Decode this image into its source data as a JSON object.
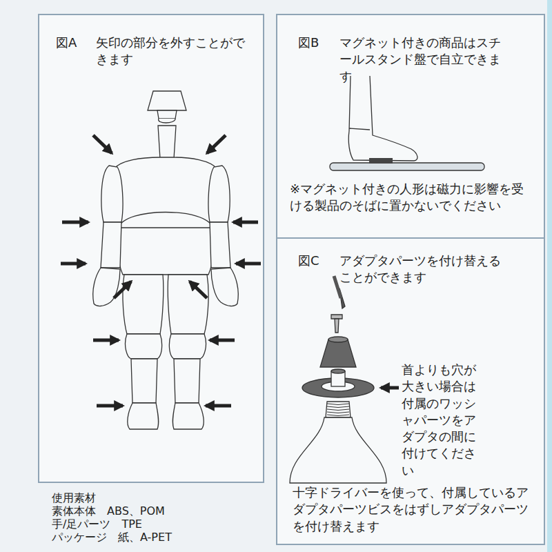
{
  "diagram": {
    "nodes": [
      {
        "text": [
          "図A",
          "矢印の部分を外すことができます"
        ]
      },
      {
        "text": [
          "図B",
          "マグネット付きの商品はスチールスタンド盤で自立できます",
          "※マグネット付きの人形は磁力に影響を受ける製品のそばに置かないでください"
        ]
      },
      {
        "text": [
          "図C",
          "アダプタパーツを付け替えることができます",
          "首よりも穴が大きい場合は付属のワッシャパーツをアダプタの間に付けてください",
          "十字ドライバーを使って、付属しているアダプタパーツビスをはずしアダプタパーツを付け替えます"
        ]
      }
    ],
    "labels": [
      "使用素材",
      "素体本体　ABS、POM",
      "手/足パーツ　TPE",
      "パッケージ　紙、A-PET"
    ]
  }
}
